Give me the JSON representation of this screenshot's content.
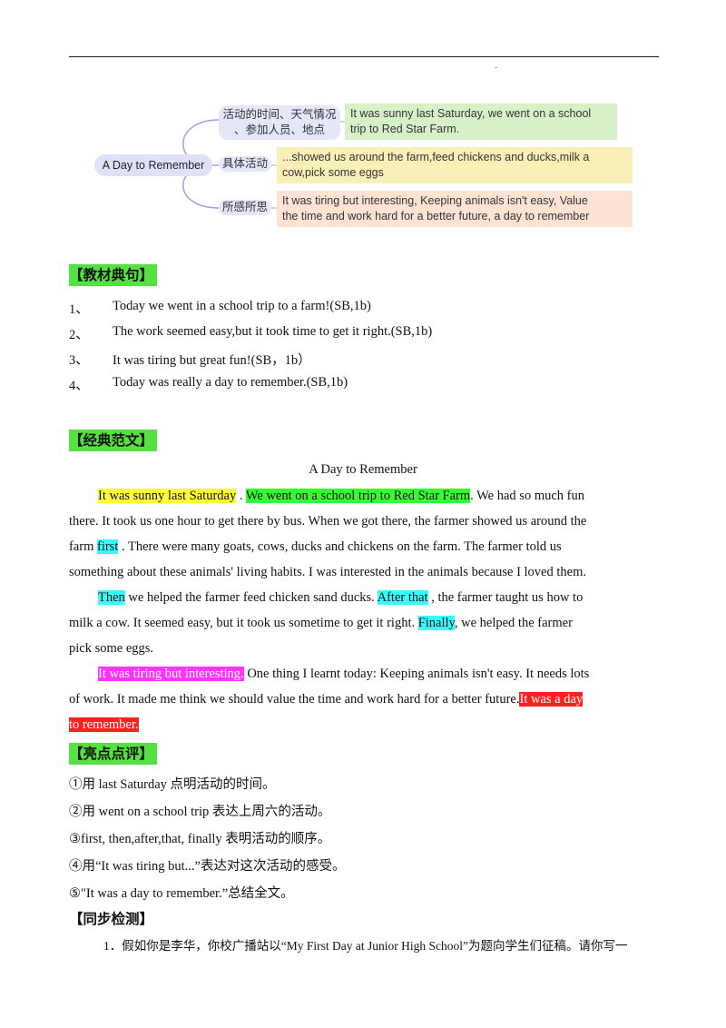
{
  "mindmap": {
    "root": "A Day to Remember",
    "branch1_label_line1": "活动的时间、天气情况",
    "branch1_label_line2": "、参加人员、地点",
    "branch1_text_line1": "It was sunny last Saturday, we went on a school",
    "branch1_text_line2": "trip to Red Star Farm.",
    "branch2_label": "具体活动",
    "branch2_text_line1": "...showed us around the farm,feed chickens and ducks,milk a",
    "branch2_text_line2": "cow,pick some eggs",
    "branch3_label": "所感所思",
    "branch3_text_line1": "It was tiring but interesting, Keeping animals isn't easy, Value",
    "branch3_text_line2": "the time and work hard for a better future, a day to remember"
  },
  "section1": {
    "title": "【教材典句】",
    "items": [
      {
        "num": "1、",
        "text": "Today we went in a school trip to a farm!(SB,1b)"
      },
      {
        "num": "2、",
        "text": "The work seemed easy,but it took time to get it right.(SB,1b)"
      },
      {
        "num": "3、",
        "text": "It was tiring but great fun!(SB，1b）"
      },
      {
        "num": "4、",
        "text": "Today was really a day to remember.(SB,1b)"
      }
    ]
  },
  "section2": {
    "title": "【经典范文】",
    "essay_title": "A Day to Remember",
    "p1_hl_a": "It was sunny last Saturday",
    "p1_t1": " . ",
    "p1_hl_b": "We went on a school trip to Red Star Farm",
    "p1_t2": ". We had so much fun",
    "p1_l2": "there. It took us one hour to get there by bus. When we got there, the farmer showed us around the",
    "p1_l3_a": "farm ",
    "p1_l3_hl": "first",
    "p1_l3_b": " . There were many goats, cows, ducks and chickens on the farm. The farmer told us",
    "p1_l4": "something about these animals' living habits. I was interested in the animals because I loved them.",
    "p2_hl_a": "Then",
    "p2_t1": " we helped the farmer feed chicken sand ducks. ",
    "p2_hl_b": "After that",
    "p2_t2": " , the farmer taught us how to",
    "p2_l2_a": "milk a cow. It seemed easy, but it took us sometime to get it right. ",
    "p2_l2_hl": "Finally",
    "p2_l2_b": ", we helped the farmer",
    "p2_l3": "pick some eggs.",
    "p3_hl_a": "It was tiring but interesting.",
    "p3_t1": " One thing I learnt today: Keeping animals isn't easy. It needs lots",
    "p3_l2_a": "of work. It made me think we should value the time and work hard for a better future.",
    "p3_l2_hl": "It was a day",
    "p3_l3_hl": "to remember."
  },
  "section3": {
    "title": "【亮点点评】",
    "comments": [
      "①用 last Saturday 点明活动的时间。",
      "②用  went on a school trip 表达上周六的活动。",
      "③first, then,after,that, finally 表明活动的顺序。",
      "④用“It was tiring but...”表达对这次活动的感受。",
      "⑤\"It was a day to remember.”总结全文。"
    ]
  },
  "section4": {
    "title": "【同步检测】",
    "task": "1．假如你是李华，你校广播站以“My First Day at Junior High School”为题向学生们征稿。请你写一"
  }
}
